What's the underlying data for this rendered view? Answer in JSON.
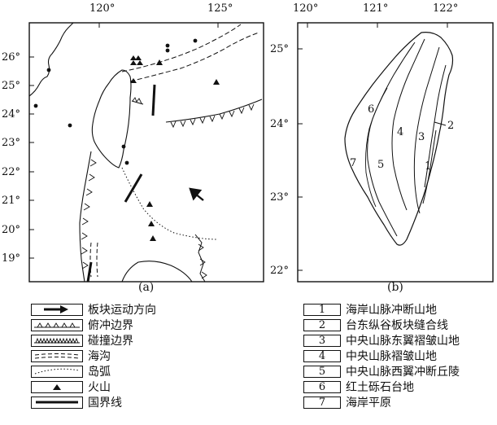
{
  "map_a": {
    "caption": "(a)",
    "lon_ticks": [
      "120°",
      "125°"
    ],
    "lat_ticks": [
      "26°",
      "25°",
      "24°",
      "23°",
      "22°",
      "21°",
      "20°",
      "19°"
    ]
  },
  "map_b": {
    "caption": "(b)",
    "lon_ticks": [
      "120°",
      "121°",
      "122°"
    ],
    "lat_ticks": [
      "25°",
      "24°",
      "23°",
      "22°"
    ],
    "zone_labels": [
      "1",
      "2",
      "3",
      "4",
      "5",
      "6",
      "7"
    ]
  },
  "legend_a": [
    {
      "icon": "plate-motion-arrow-icon",
      "label": "板块运动方向"
    },
    {
      "icon": "subduction-boundary-icon",
      "label": "俯冲边界"
    },
    {
      "icon": "collision-boundary-icon",
      "label": "碰撞边界"
    },
    {
      "icon": "trench-icon",
      "label": "海沟"
    },
    {
      "icon": "island-arc-icon",
      "label": "岛弧"
    },
    {
      "icon": "volcano-icon",
      "label": "火山"
    },
    {
      "icon": "national-border-icon",
      "label": "国界线"
    }
  ],
  "legend_b": [
    {
      "num": "1",
      "label": "海岸山脉冲断山地"
    },
    {
      "num": "2",
      "label": "台东纵谷板块缝合线"
    },
    {
      "num": "3",
      "label": "中央山脉东翼褶皱山地"
    },
    {
      "num": "4",
      "label": "中央山脉褶皱山地"
    },
    {
      "num": "5",
      "label": "中央山脉西翼冲断丘陵"
    },
    {
      "num": "6",
      "label": "红土砾石台地"
    },
    {
      "num": "7",
      "label": "海岸平原"
    }
  ]
}
